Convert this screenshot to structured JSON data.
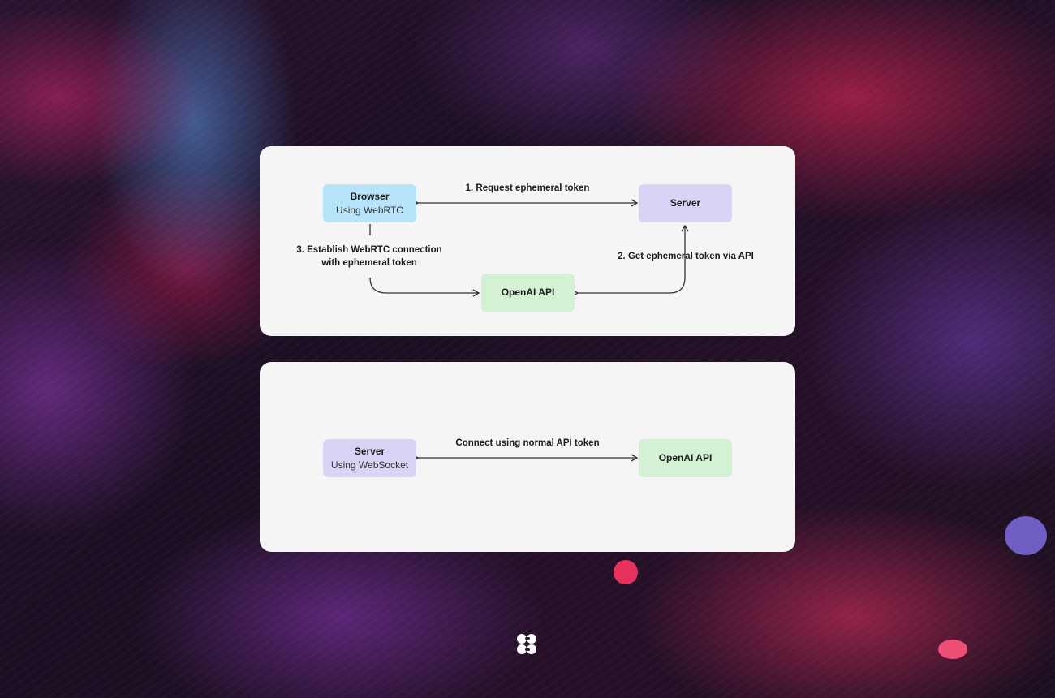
{
  "diagram_top": {
    "browser": {
      "title": "Browser",
      "subtitle": "Using WebRTC"
    },
    "server": {
      "title": "Server"
    },
    "openai": {
      "title": "OpenAI API"
    },
    "labels": {
      "step1": "1. Request ephemeral token",
      "step2": "2. Get ephemeral token via API",
      "step3_line1": "3. Establish WebRTC connection",
      "step3_line2": "with ephemeral token"
    }
  },
  "diagram_bottom": {
    "server": {
      "title": "Server",
      "subtitle": "Using WebSocket"
    },
    "openai": {
      "title": "OpenAI API"
    },
    "labels": {
      "connect": "Connect using normal API token"
    }
  },
  "colors": {
    "browser_node": "#b8e4fb",
    "server_node": "#d9d3f5",
    "openai_node": "#d3f2d3",
    "card_bg": "#f5f5f5",
    "arrow": "#333333"
  },
  "logo": {
    "icon": "brand-logo-icon"
  }
}
